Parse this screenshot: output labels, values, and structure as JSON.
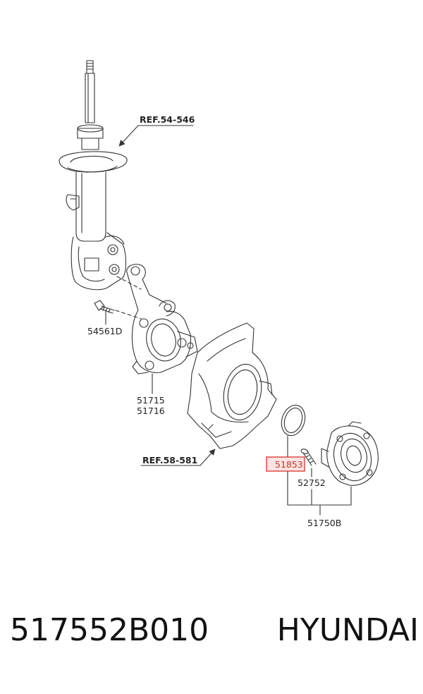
{
  "labels": {
    "ref_top": "REF.54-546",
    "ref_bottom": "REF.58-581",
    "bolt": "54561D",
    "knuckle_1": "51715",
    "knuckle_2": "51716",
    "snap_ring": "51853",
    "hub_bolt": "52752",
    "hub_assembly": "51750B"
  },
  "caption": {
    "part_number": "517552B010",
    "brand": "HYUNDAI"
  },
  "colors": {
    "line": "#333333",
    "highlight": "#d9342b",
    "highlight_fill": "#fbe3e1"
  }
}
